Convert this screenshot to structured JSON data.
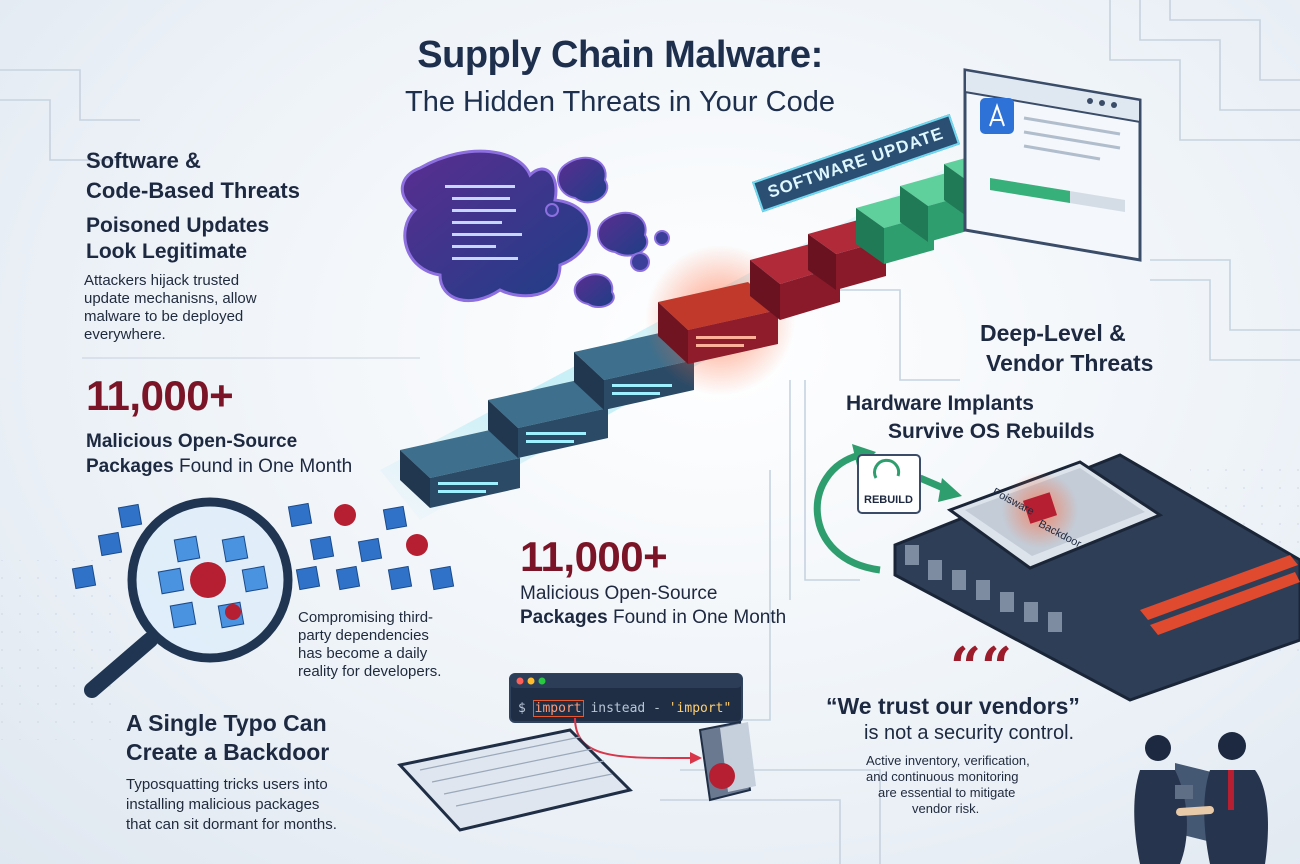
{
  "header": {
    "title": "Supply Chain Malware:",
    "subtitle": "The Hidden Threats in Your Code"
  },
  "software_section": {
    "heading_line1": "Software &",
    "heading_line2": "Code-Based Threats",
    "subheading_line1": "Poisoned Updates",
    "subheading_line2": "Look Legitimate",
    "body_line1": "Attackers hijack trusted",
    "body_line2": "update mechanisns, allow",
    "body_line3": "malware to be deployed",
    "body_line4": "everywhere."
  },
  "update_banner": "SOFTWARE UPDATE",
  "stat_left": {
    "value": "11,000+",
    "label_line1": "Malicious Open-Source",
    "label_line2_bold": "Packages",
    "label_line2_rest": " Found in One Month"
  },
  "stat_center": {
    "value": "11,000+",
    "label_line1": "Malicious Open-Source",
    "label_line2_bold": "Packages",
    "label_line2_rest": " Found in One Month"
  },
  "dependencies_text": {
    "line1": "Compromising third-",
    "line2": "party dependencies",
    "line3": "has become a daily",
    "line4": "reality for developers."
  },
  "typo_section": {
    "heading_line1": "A Single Typo Can",
    "heading_line2": "Create a Backdoor",
    "body_line1": "Typosquatting tricks users into",
    "body_line2": "installing malicious packages",
    "body_line3": "that can sit dormant for months."
  },
  "terminal": {
    "prompt": "$",
    "cmd": "import",
    "middle": " instead - ",
    "quoted": "'import\""
  },
  "vendor_section": {
    "heading_line1": "Deep-Level &",
    "heading_line2": "Vendor Threats",
    "subheading_line1": "Hardware Implants",
    "subheading_line2": "Survive OS Rebuilds",
    "rebuild_label": "REBUILD",
    "chip_label_top": "Poisware",
    "chip_label_bottom": "Backdoor"
  },
  "quote_section": {
    "mark": "““",
    "quote": "“We trust our vendors”",
    "tail": "is not a security control.",
    "body_line1": "Active inventory, verification,",
    "body_line2": "and continuous monitoring",
    "body_line3": "are essential to mitigate",
    "body_line4": "vendor risk."
  },
  "colors": {
    "navy": "#1e2f4d",
    "crimson": "#7a1426",
    "malware_red": "#9c1c2c",
    "safe_green": "#2f9e6e",
    "cyan_glow": "#4fd1e8"
  }
}
